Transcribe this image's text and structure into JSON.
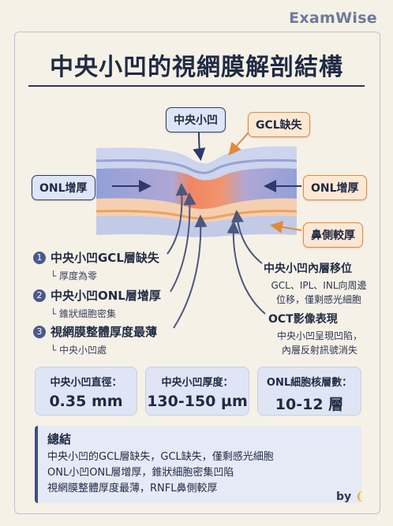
{
  "brand": "ExamWise",
  "title": "中央小凹的視網膜解剖結構",
  "labels": {
    "fovea": "中央小凹",
    "gcl_loss": "GCL缺失",
    "onl_left": "ONL增厚",
    "onl_right": "ONL增厚",
    "nasal": "鼻側較厚"
  },
  "left_items": [
    {
      "num": "1",
      "title": "中央小凹GCL層缺失",
      "sub": "└ 厚度為零"
    },
    {
      "num": "2",
      "title": "中央小凹ONL層增厚",
      "sub": "└ 錐狀細胞密集"
    },
    {
      "num": "3",
      "title": "視網膜整體厚度最薄",
      "sub": "└ 中央小凹處"
    }
  ],
  "right_items": [
    {
      "title": "中央小凹內層移位",
      "lines": [
        "GCL、IPL、INL向周邊",
        "位移，僅剩感光細胞"
      ]
    },
    {
      "title": "OCT影像表現",
      "lines": [
        "中央小凹呈現凹陷，",
        "內層反射訊號消失"
      ]
    }
  ],
  "stats": [
    {
      "label": "中央小凹直徑：",
      "value": "0.35 mm"
    },
    {
      "label": "中央小凹厚度：",
      "value": "130-150 µm"
    },
    {
      "label": "ONL細胞核層數：",
      "value": "10-12 層"
    }
  ],
  "summary": {
    "title": "總結",
    "lines": [
      "中央小凹的GCL層缺失，GCL缺失，僅剩感光細胞",
      "ONL小凹ONL層增厚，錐狀細胞密集凹陷",
      "視網膜整體厚度最薄，RNFL鼻側較厚"
    ]
  },
  "footer": "by",
  "colors": {
    "navy": "#2c3a6e",
    "orange": "#e08a3c",
    "background": "#f6f1e6"
  }
}
